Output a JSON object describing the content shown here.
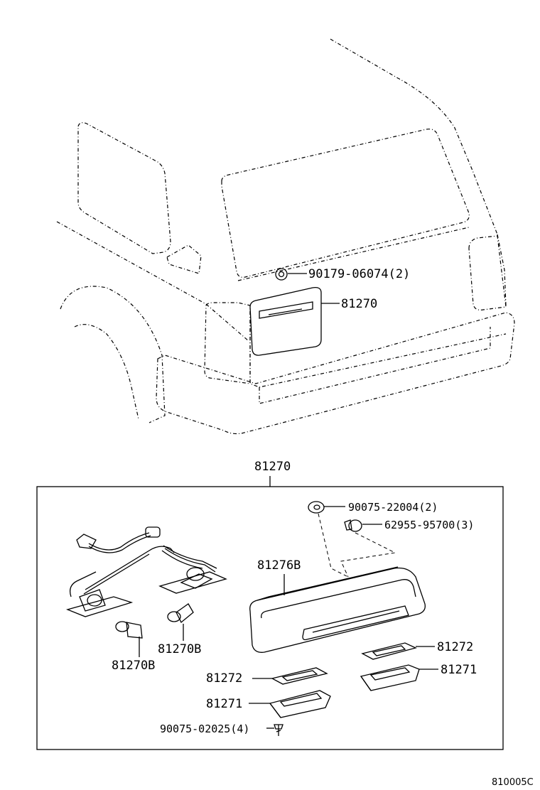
{
  "labels": {
    "bolt_top": "90179-06074(2)",
    "lamp_top": "81270",
    "assembly": "81270",
    "nut": "90075-22004(2)",
    "clip": "62955-95700(3)",
    "lens": "81276B",
    "bulb_left": "81270B",
    "bulb_right": "81270B",
    "gasket_right": "81272",
    "gasket_left": "81272",
    "housing_right": "81271",
    "housing_left": "81271",
    "screw": "90075-02025(4)",
    "figure_code": "810005C"
  }
}
